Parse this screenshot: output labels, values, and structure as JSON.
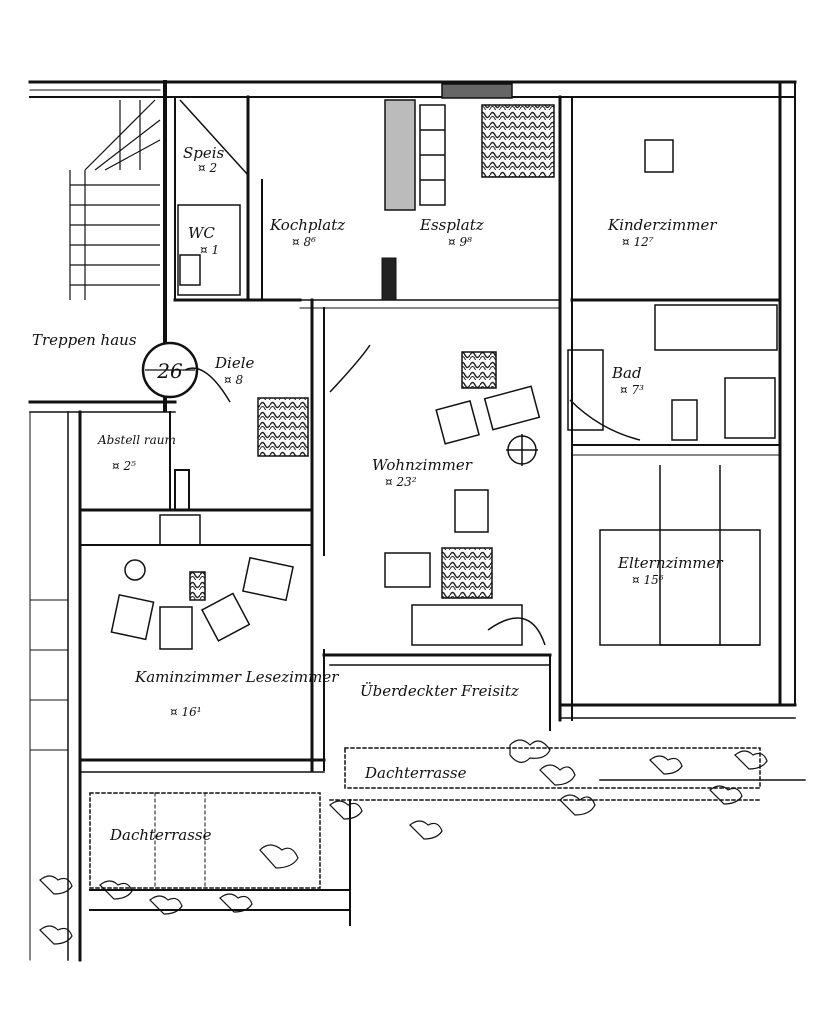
{
  "drawing": {
    "stair_number": "26",
    "rooms": [
      {
        "id": "speis",
        "name": "Speis",
        "area": "2"
      },
      {
        "id": "wc",
        "name": "WC",
        "area": "1"
      },
      {
        "id": "kochplatz",
        "name": "Kochplatz",
        "area": "8⁶"
      },
      {
        "id": "essplatz",
        "name": "Essplatz",
        "area": "9⁸"
      },
      {
        "id": "kinderzimmer",
        "name": "Kinderzimmer",
        "area": "12⁷"
      },
      {
        "id": "treppenhaus",
        "name": "Treppen haus",
        "area": ""
      },
      {
        "id": "diele",
        "name": "Diele",
        "area": "8"
      },
      {
        "id": "bad",
        "name": "Bad",
        "area": "7³"
      },
      {
        "id": "abstellraum",
        "name": "Abstell raum",
        "area": "2⁵"
      },
      {
        "id": "wohnzimmer",
        "name": "Wohnzimmer",
        "area": "23²"
      },
      {
        "id": "elternzimmer",
        "name": "Elternzimmer",
        "area": "15⁶"
      },
      {
        "id": "kaminzimmer",
        "name": "Kaminzimmer Lesezimmer",
        "area": "16¹"
      },
      {
        "id": "freisitz",
        "name": "Überdeckter Freisitz",
        "area": ""
      },
      {
        "id": "dachterrasse-right",
        "name": "Dachterrasse",
        "area": ""
      },
      {
        "id": "dachterrasse-left",
        "name": "Dachterrasse",
        "area": ""
      }
    ],
    "area_marker": "¤"
  }
}
